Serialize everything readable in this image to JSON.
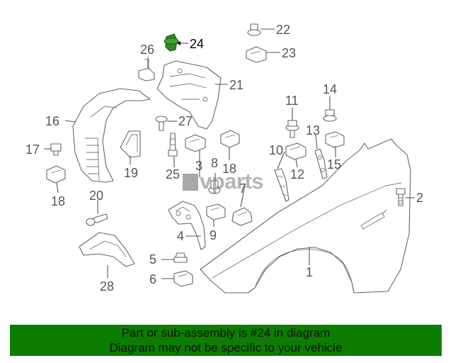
{
  "labels": [
    {
      "id": "1",
      "text": "1"
    },
    {
      "id": "2",
      "text": "2"
    },
    {
      "id": "3",
      "text": "3"
    },
    {
      "id": "4",
      "text": "4"
    },
    {
      "id": "5",
      "text": "5"
    },
    {
      "id": "6",
      "text": "6"
    },
    {
      "id": "7",
      "text": "7"
    },
    {
      "id": "8",
      "text": "8"
    },
    {
      "id": "9",
      "text": "9"
    },
    {
      "id": "10",
      "text": "10"
    },
    {
      "id": "11",
      "text": "11"
    },
    {
      "id": "12",
      "text": "12"
    },
    {
      "id": "13",
      "text": "13"
    },
    {
      "id": "14",
      "text": "14"
    },
    {
      "id": "15",
      "text": "15"
    },
    {
      "id": "16",
      "text": "16"
    },
    {
      "id": "17",
      "text": "17"
    },
    {
      "id": "18a",
      "text": "18"
    },
    {
      "id": "18b",
      "text": "18"
    },
    {
      "id": "19",
      "text": "19"
    },
    {
      "id": "20",
      "text": "20"
    },
    {
      "id": "21",
      "text": "21"
    },
    {
      "id": "22",
      "text": "22"
    },
    {
      "id": "23",
      "text": "23"
    },
    {
      "id": "24",
      "text": "24"
    },
    {
      "id": "25",
      "text": "25"
    },
    {
      "id": "26",
      "text": "26"
    },
    {
      "id": "27",
      "text": "27"
    },
    {
      "id": "28",
      "text": "28"
    }
  ],
  "highlight": {
    "part": "24",
    "color": "#2e8b1e"
  },
  "watermark": {
    "text": "vparts"
  },
  "footer": {
    "line1": "Part or sub-assembly is #24 in diagram",
    "line2": "Diagram may not be specific to your vehicle",
    "background": "#0c7d00"
  }
}
